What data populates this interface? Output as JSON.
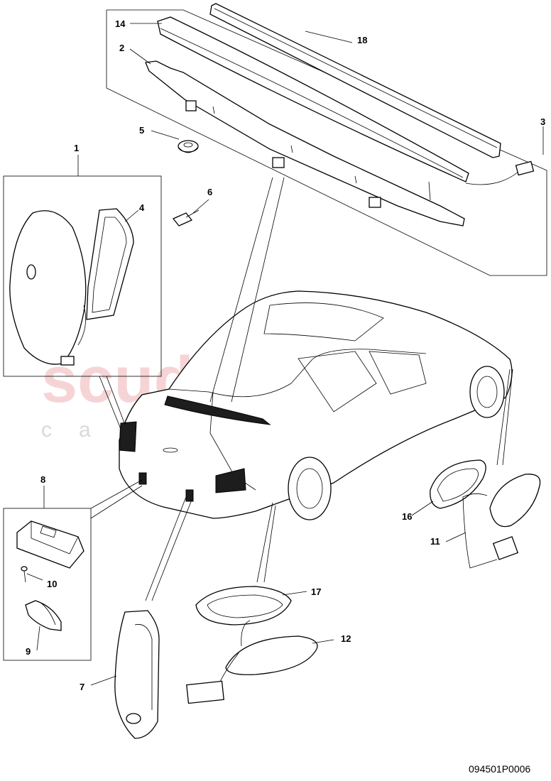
{
  "watermark": {
    "brand": "scuderia",
    "sub": "car parts"
  },
  "diagram_code": "094501P0006",
  "callouts": [
    {
      "id": "c1",
      "label": "1"
    },
    {
      "id": "c2",
      "label": "2"
    },
    {
      "id": "c3",
      "label": "3"
    },
    {
      "id": "c4",
      "label": "4"
    },
    {
      "id": "c5",
      "label": "5"
    },
    {
      "id": "c6",
      "label": "6"
    },
    {
      "id": "c7",
      "label": "7"
    },
    {
      "id": "c8",
      "label": "8"
    },
    {
      "id": "c9",
      "label": "9"
    },
    {
      "id": "c10",
      "label": "10"
    },
    {
      "id": "c11",
      "label": "11"
    },
    {
      "id": "c12",
      "label": "12"
    },
    {
      "id": "c14",
      "label": "14"
    },
    {
      "id": "c16",
      "label": "16"
    },
    {
      "id": "c17",
      "label": "17"
    },
    {
      "id": "c18",
      "label": "18"
    }
  ]
}
